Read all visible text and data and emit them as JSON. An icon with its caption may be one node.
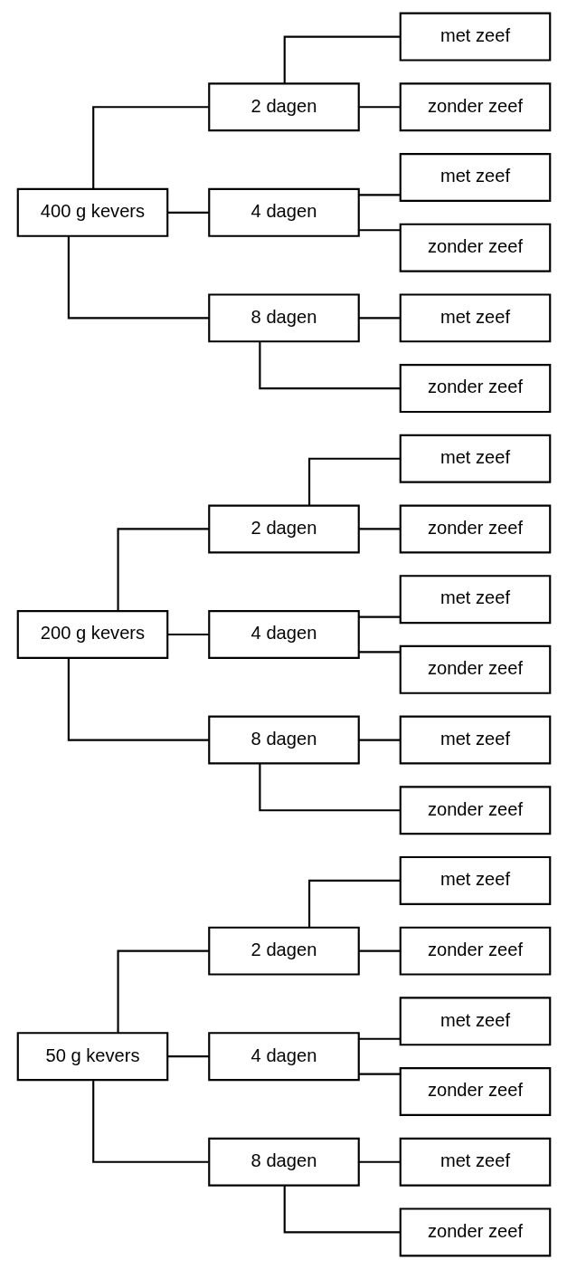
{
  "diagram": {
    "nodes": [
      {
        "text": [
          "50 g kevers"
        ]
      },
      {
        "text": [
          "2 dagen"
        ]
      },
      {
        "text": [
          "met zeef"
        ]
      },
      {
        "text": [
          "zonder zeef"
        ]
      },
      {
        "text": [
          "4 dagen"
        ]
      },
      {
        "text": [
          "met zeef"
        ]
      },
      {
        "text": [
          "zonder zeef"
        ]
      },
      {
        "text": [
          "8 dagen"
        ]
      },
      {
        "text": [
          "met zeef"
        ]
      },
      {
        "text": [
          "zonder zeef"
        ]
      },
      {
        "text": [
          "200 g kevers"
        ]
      },
      {
        "text": [
          "2 dagen"
        ]
      },
      {
        "text": [
          "met zeef"
        ]
      },
      {
        "text": [
          "zonder zeef"
        ]
      },
      {
        "text": [
          "4 dagen"
        ]
      },
      {
        "text": [
          "met zeef"
        ]
      },
      {
        "text": [
          "zonder zeef"
        ]
      },
      {
        "text": [
          "8 dagen"
        ]
      },
      {
        "text": [
          "met zeef"
        ]
      },
      {
        "text": [
          "zonder zeef"
        ]
      },
      {
        "text": [
          "400 g kevers"
        ]
      },
      {
        "text": [
          "2 dagen"
        ]
      },
      {
        "text": [
          "met zeef"
        ]
      },
      {
        "text": [
          "zonder zeef"
        ]
      },
      {
        "text": [
          "4 dagen"
        ]
      },
      {
        "text": [
          "met zeef"
        ]
      },
      {
        "text": [
          "zonder zeef"
        ]
      },
      {
        "text": [
          "8 dagen"
        ]
      },
      {
        "text": [
          "met zeef"
        ]
      },
      {
        "text": [
          "zonder zeef"
        ]
      }
    ],
    "edges": [
      {
        "from": 0,
        "to": 1,
        "arrow": "none"
      },
      {
        "from": 0,
        "to": 4,
        "arrow": "none"
      },
      {
        "from": 0,
        "to": 7,
        "arrow": "none"
      },
      {
        "from": 1,
        "to": 2,
        "arrow": "none"
      },
      {
        "from": 1,
        "to": 3,
        "arrow": "none"
      },
      {
        "from": 4,
        "to": 5,
        "arrow": "none"
      },
      {
        "from": 4,
        "to": 6,
        "arrow": "none"
      },
      {
        "from": 7,
        "to": 8,
        "arrow": "none"
      },
      {
        "from": 7,
        "to": 9,
        "arrow": "none"
      },
      {
        "from": 10,
        "to": 11,
        "arrow": "none"
      },
      {
        "from": 10,
        "to": 14,
        "arrow": "none"
      },
      {
        "from": 10,
        "to": 17,
        "arrow": "none"
      },
      {
        "from": 11,
        "to": 12,
        "arrow": "none"
      },
      {
        "from": 11,
        "to": 13,
        "arrow": "none"
      },
      {
        "from": 14,
        "to": 15,
        "arrow": "none"
      },
      {
        "from": 14,
        "to": 16,
        "arrow": "none"
      },
      {
        "from": 17,
        "to": 18,
        "arrow": "none"
      },
      {
        "from": 17,
        "to": 19,
        "arrow": "none"
      },
      {
        "from": 20,
        "to": 21,
        "arrow": "none"
      },
      {
        "from": 20,
        "to": 24,
        "arrow": "none"
      },
      {
        "from": 20,
        "to": 27,
        "arrow": "none"
      },
      {
        "from": 21,
        "to": 22,
        "arrow": "none"
      },
      {
        "from": 21,
        "to": 23,
        "arrow": "none"
      },
      {
        "from": 24,
        "to": 25,
        "arrow": "none"
      },
      {
        "from": 24,
        "to": 26,
        "arrow": "none"
      },
      {
        "from": 27,
        "to": 28,
        "arrow": "none"
      },
      {
        "from": 27,
        "to": 29,
        "arrow": "none"
      }
    ]
  }
}
